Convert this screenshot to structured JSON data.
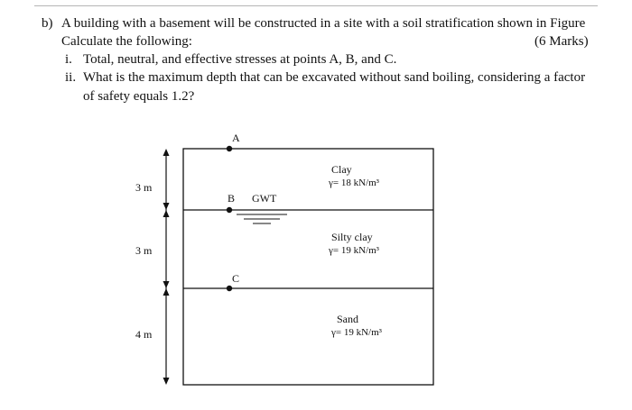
{
  "question": {
    "label": "b)",
    "line1": "A building with a basement will be constructed in a site with a soil stratification shown in Figure",
    "line2": "Calculate the following:",
    "marks": "(6 Marks)",
    "items": [
      {
        "num": "i.",
        "text": "Total, neutral, and effective stresses at points A, B, and C."
      },
      {
        "num": "ii.",
        "text": "What is the maximum depth that can be excavated without sand boiling, considering a factor",
        "text2": "of safety equals 1.2?"
      }
    ]
  },
  "figure": {
    "points": {
      "a": "A",
      "b": "B",
      "c": "C"
    },
    "gwt_label": "GWT",
    "depths": [
      "3 m",
      "3 m",
      "4 m"
    ],
    "layers": [
      {
        "name": "Clay",
        "unit_weight": "γ= 18 kN/m³"
      },
      {
        "name": "Silty clay",
        "unit_weight": "γ= 19 kN/m³"
      },
      {
        "name": "Sand",
        "unit_weight": "γ= 19 kN/m³"
      }
    ]
  }
}
